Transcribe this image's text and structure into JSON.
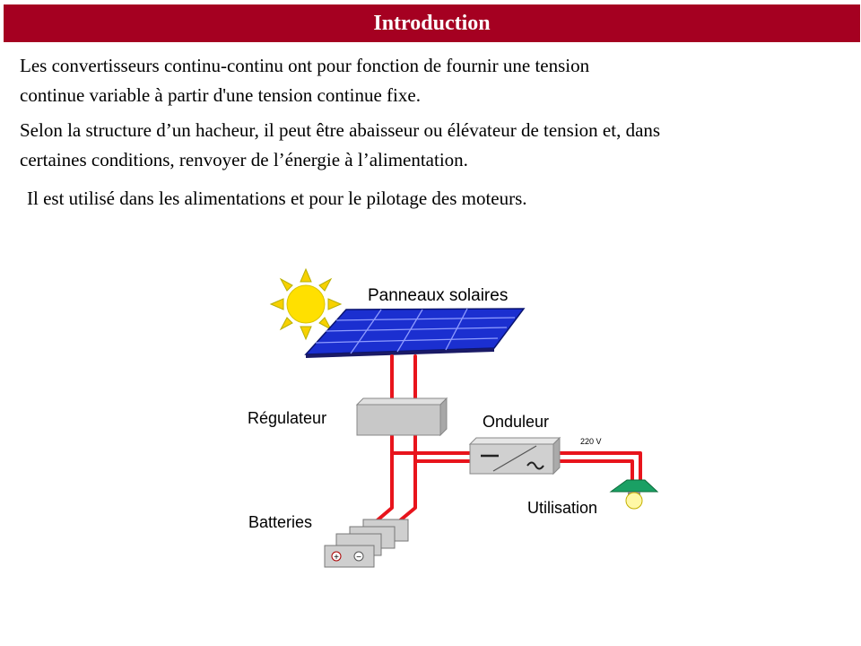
{
  "header": {
    "title": "Introduction"
  },
  "paragraphs": {
    "p1": [
      "Les convertisseurs continu-continu ont pour fonction de fournir une tension",
      "continue variable à partir d'une tension continue fixe."
    ],
    "p2": [
      "Selon la structure d’un hacheur, il peut être abaisseur ou élévateur de tension et, dans",
      "certaines conditions, renvoyer de l’énergie à l’alimentation."
    ],
    "p3": [
      "Il est utilisé dans les alimentations et pour le pilotage des moteurs."
    ]
  },
  "diagram": {
    "labels": {
      "panels": "Panneaux  solaires",
      "regulator": "Régulateur",
      "inverter": "Onduleur",
      "voltage": "220 V",
      "usage": "Utilisation",
      "batteries": "Batteries"
    },
    "battery_terminals": {
      "plus": "+",
      "minus": "−"
    },
    "colors": {
      "title_bar": "#a50021",
      "wire": "#e8141c",
      "sun": "#ffe000",
      "panel": "#1b2fd0",
      "lamp": "#1aa064"
    },
    "icons": [
      "sun-icon",
      "solar-panel-icon",
      "regulator-box-icon",
      "inverter-box-icon",
      "lamp-icon",
      "battery-icon"
    ]
  }
}
